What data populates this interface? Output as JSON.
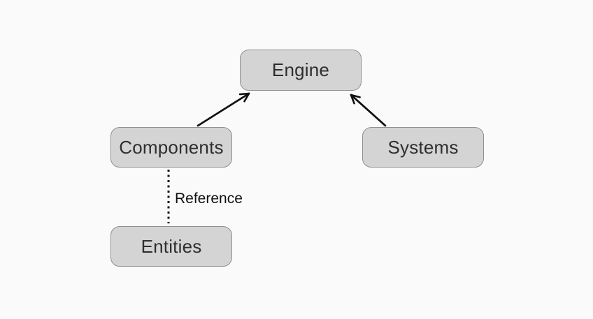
{
  "diagram": {
    "colors": {
      "background": "#FAFAFA",
      "node_fill": "#D4D4D4",
      "node_border": "#8F8F8F",
      "node_text": "#2E2E2E",
      "edge": "#111111"
    },
    "nodes": [
      {
        "id": "engine",
        "label": "Engine"
      },
      {
        "id": "components",
        "label": "Components"
      },
      {
        "id": "systems",
        "label": "Systems"
      },
      {
        "id": "entities",
        "label": "Entities"
      }
    ],
    "edges": [
      {
        "from": "Components",
        "to": "Engine",
        "type": "solid-arrow"
      },
      {
        "from": "Systems",
        "to": "Engine",
        "type": "solid-arrow"
      },
      {
        "from": "Components",
        "to": "Entities",
        "type": "dotted",
        "label": "Reference"
      }
    ]
  }
}
